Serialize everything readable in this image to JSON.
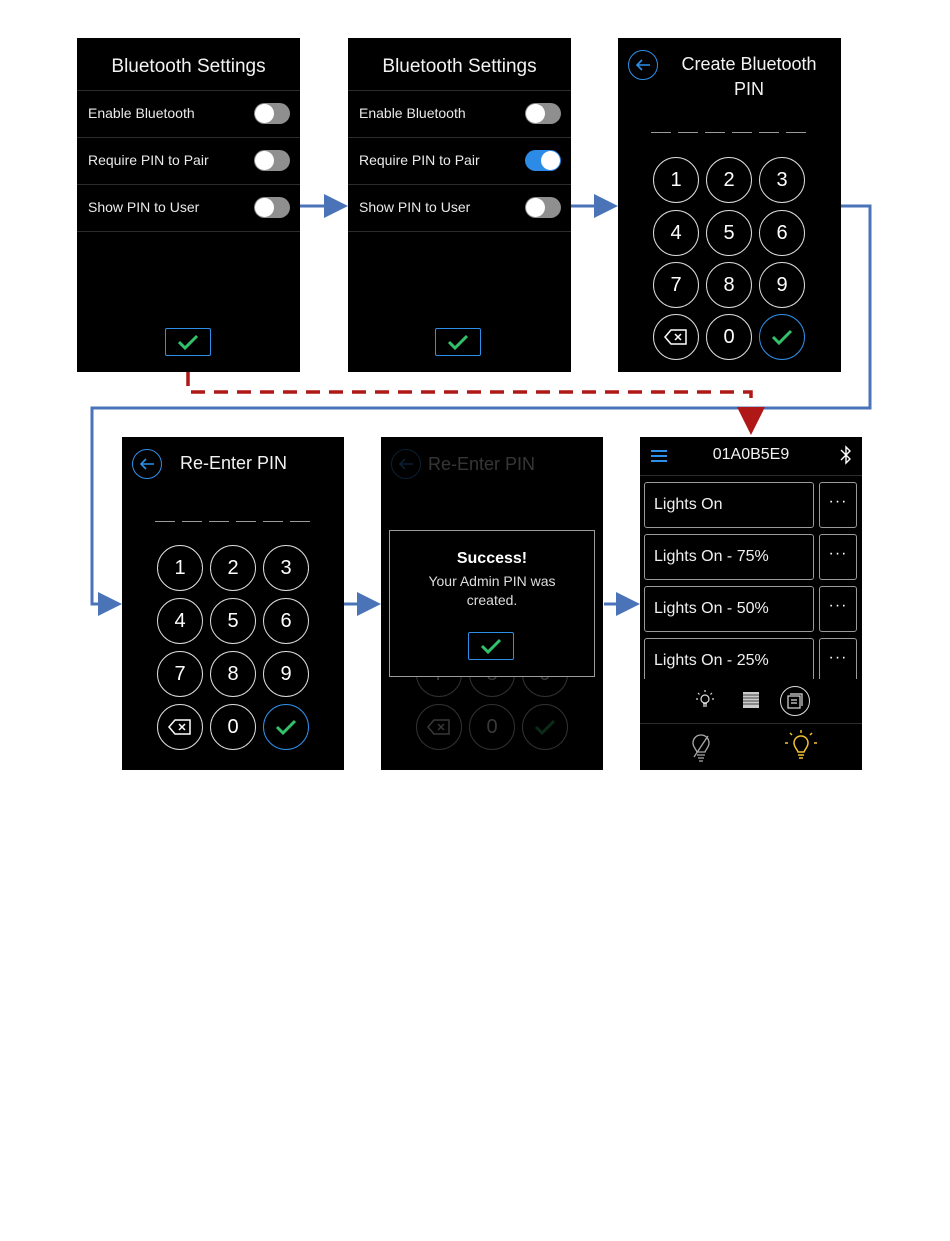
{
  "screen1": {
    "title": "Bluetooth Settings",
    "rows": [
      {
        "label": "Enable Bluetooth",
        "on": false
      },
      {
        "label": "Require PIN to Pair",
        "on": false
      },
      {
        "label": "Show PIN to User",
        "on": false
      }
    ]
  },
  "screen2": {
    "title": "Bluetooth Settings",
    "rows": [
      {
        "label": "Enable Bluetooth",
        "on": false
      },
      {
        "label": "Require PIN to Pair",
        "on": true
      },
      {
        "label": "Show PIN to User",
        "on": false
      }
    ]
  },
  "screen3": {
    "title_line1": "Create Bluetooth",
    "title_line2": "PIN"
  },
  "screen4": {
    "title": "Re-Enter PIN"
  },
  "screen5": {
    "title": "Re-Enter PIN",
    "modal_title": "Success!",
    "modal_message": "Your Admin PIN was created."
  },
  "screen6": {
    "device_id": "01A0B5E9",
    "scenes": [
      "Lights On",
      "Lights On - 75%",
      "Lights On - 50%",
      "Lights On - 25%"
    ],
    "more_label": "···"
  },
  "keypad": {
    "keys": [
      "1",
      "2",
      "3",
      "4",
      "5",
      "6",
      "7",
      "8",
      "9",
      "0"
    ]
  },
  "colors": {
    "accent": "#2f8fe8",
    "check": "#32c26a",
    "flow_arrow": "#4a73b8",
    "alt_arrow": "#b01818",
    "bulb_active": "#f2c230"
  }
}
